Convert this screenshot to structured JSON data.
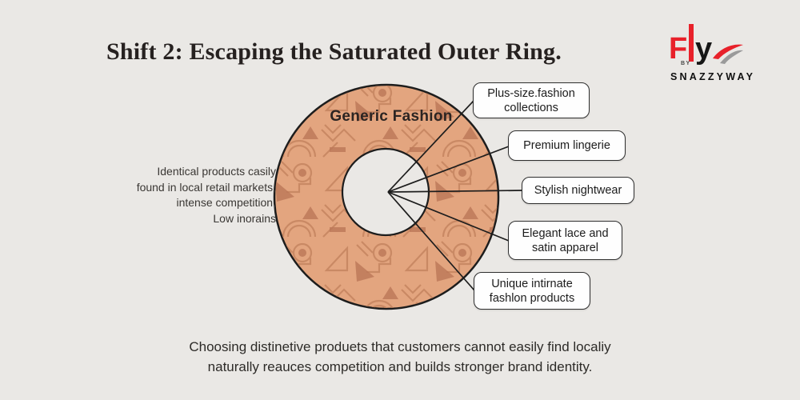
{
  "header": {
    "title": "Shift 2: Escaping the Saturated Outer Ring."
  },
  "logo": {
    "brand_f": "F",
    "brand_y": "y",
    "by_label": "BY",
    "company": "SNAZZYWAY",
    "accent_color": "#e8212a"
  },
  "diagram": {
    "ring_label": "Generic Fashion",
    "left_note_lines": [
      "Identical products casily",
      "found in local retail markets,",
      "intense competition,",
      "Low inorains"
    ],
    "callouts": [
      {
        "label": "Plus-size.fashion collections"
      },
      {
        "label": "Premium lingerie"
      },
      {
        "label": "Stylish nightwear"
      },
      {
        "label": "Elegant lace and satin apparel"
      },
      {
        "label": "Unique intirnate fashlon products"
      }
    ],
    "colors": {
      "ring_fill": "#e3a57f",
      "pattern": "#c5835f",
      "outline": "#1d1d1d",
      "background": "#eae8e5"
    }
  },
  "footer": {
    "line1": "Choosing distinetive produets that customers cannot easily find localiy",
    "line2": "naturally reauces competition and builds stronger brand identity."
  }
}
